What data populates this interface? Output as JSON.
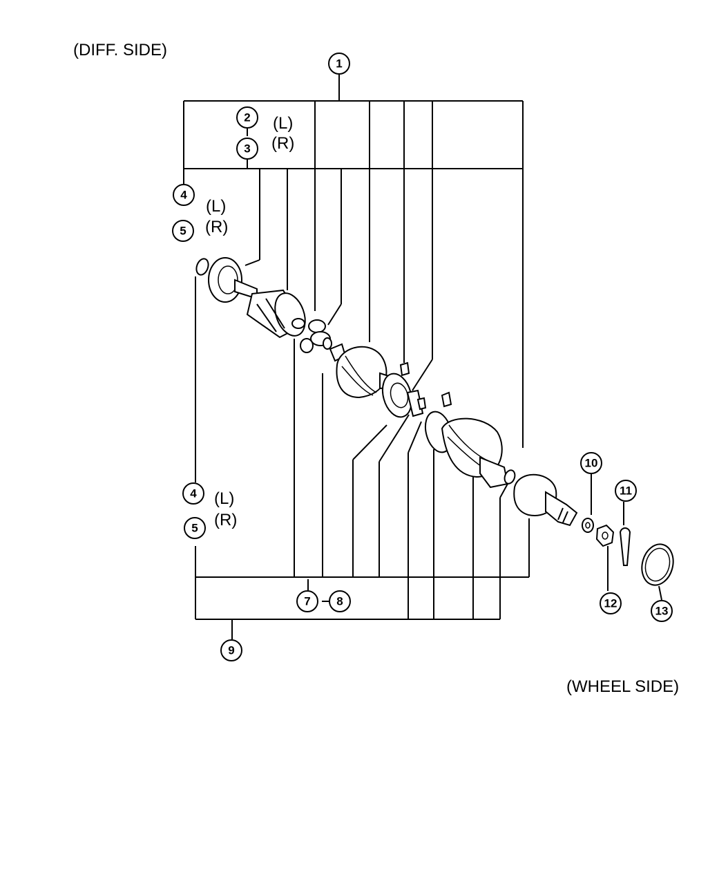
{
  "labels": {
    "diff_side": "(DIFF. SIDE)",
    "wheel_side": "(WHEEL SIDE)"
  },
  "callouts": {
    "c1": "1",
    "c2": "2",
    "c3": "3",
    "c4_top": "4",
    "c5_top": "5",
    "c4_bottom": "4",
    "c5_bottom": "5",
    "c7": "7",
    "c8": "8",
    "c9": "9",
    "c10": "10",
    "c11": "11",
    "c12": "12",
    "c13": "13"
  },
  "side_marks": {
    "left": "(L)",
    "right": "(R)"
  }
}
